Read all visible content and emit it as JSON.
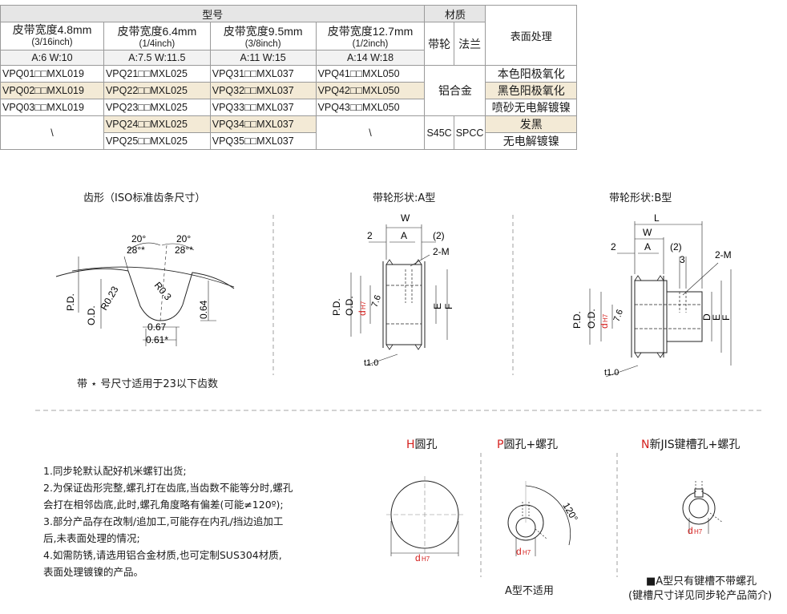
{
  "table": {
    "header_model": "型号",
    "header_material": "材质",
    "header_surface": "表面处理",
    "header_pulley": "带轮",
    "header_flange": "法兰",
    "widths": [
      {
        "title": "皮带宽度4.8mm",
        "inch": "(3/16inch)",
        "aw": "A:6    W:10"
      },
      {
        "title": "皮带宽度6.4mm",
        "inch": "(1/4inch)",
        "aw": "A:7.5  W:11.5"
      },
      {
        "title": "皮带宽度9.5mm",
        "inch": "(3/8inch)",
        "aw": "A:11   W:15"
      },
      {
        "title": "皮带宽度12.7mm",
        "inch": "(1/2inch)",
        "aw": "A:14   W:18"
      }
    ],
    "rows": [
      [
        "VPQ01□□MXL019",
        "VPQ21□□MXL025",
        "VPQ31□□MXL037",
        "VPQ41□□MXL050"
      ],
      [
        "VPQ02□□MXL019",
        "VPQ22□□MXL025",
        "VPQ32□□MXL037",
        "VPQ42□□MXL050"
      ],
      [
        "VPQ03□□MXL019",
        "VPQ23□□MXL025",
        "VPQ33□□MXL037",
        "VPQ43□□MXL050"
      ],
      [
        "VPQ24□□MXL025",
        "VPQ34□□MXL037"
      ],
      [
        "VPQ25□□MXL025",
        "VPQ35□□MXL037"
      ]
    ],
    "material_alu": "铝合金",
    "material_pulley_steel": "S45C",
    "material_flange_steel": "SPCC",
    "backslash": "\\",
    "surfaces": [
      "本色阳极氧化",
      "黑色阳极氧化",
      "喷砂无电解镀镍",
      "发黑",
      "无电解镀镍"
    ]
  },
  "tooth": {
    "title": "齿形（ISO标准齿条尺寸）",
    "angle_20_left": "20°",
    "angle_28_left": "28°*",
    "angle_20_right": "20°",
    "angle_28_right": "28°*",
    "pd": "P.D.",
    "od": "O.D.",
    "r023": "R0.23",
    "r03": "R0.3",
    "h064": "0.64",
    "w067": "0.67",
    "w061": "0.61*",
    "note": "带 ⋆ 号尺寸适用于23以下齿数"
  },
  "typeA": {
    "title": "带轮形状:A型",
    "W": "W",
    "A": "A",
    "two": "2",
    "paren2": "(2)",
    "twoM": "2-M",
    "PD": "P.D.",
    "OD": "O.D.",
    "d": "d",
    "H7": "H7",
    "v6": "7.6",
    "E": "E",
    "F": "F",
    "t": "t1.0"
  },
  "typeB": {
    "title": "带轮形状:B型",
    "L": "L",
    "W": "W",
    "A": "A",
    "two": "2",
    "paren2": "(2)",
    "three": "3",
    "twoM": "2-M",
    "PD": "P.D.",
    "OD": "O.D.",
    "d": "d",
    "H7": "H7",
    "v6": "7.6",
    "D": "D",
    "E": "E",
    "F": "F",
    "t": "t1.0"
  },
  "notes": [
    "1.同步轮默认配好机米螺钉出货;",
    "2.为保证齿形完整,螺孔打在齿底,当齿数不能等分时,螺孔",
    "   会打在相邻齿底,此时,螺孔角度略有偏差(可能≠120º);",
    "3.部分产品存在改制/追加工,可能存在内孔/挡边追加工",
    "   后,未表面处理的情况;",
    "4.如需防锈,请选用铝合金材质,也可定制SUS304材质,",
    "   表面处理镀镍的产品。"
  ],
  "bores": {
    "H_letter": "H",
    "H_text": "圆孔",
    "P_letter": "P",
    "P_text": "圆孔+螺孔",
    "N_letter": "N",
    "N_text": "新JIS键槽孔+螺孔",
    "d": "d",
    "H7": "H7",
    "angle": "120°",
    "P_note": "A型不适用",
    "N_note1": "■A型只有键槽不带螺孔",
    "N_note2": "(键槽尺寸详见同步轮产品简介)"
  },
  "colors": {
    "accent_red": "#d4201e",
    "highlight": "#f3ead6",
    "header_bg": "#e6e6e6"
  }
}
